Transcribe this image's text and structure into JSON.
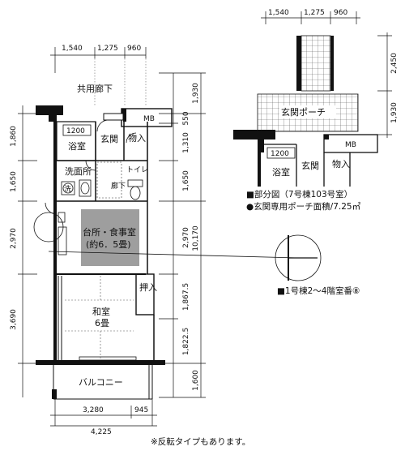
{
  "plan": {
    "corridor_label": "共用廊下",
    "top_dims": [
      "1,540",
      "1,275",
      "960"
    ],
    "bottom_dims": {
      "left": "3,280",
      "right": "945",
      "total": "4,225"
    },
    "left_dims": [
      "1,860",
      "1,650",
      "2,970",
      "3,690"
    ],
    "right_dims": [
      "1,930",
      "1,310",
      "550",
      "1,650",
      "2,970",
      "1,867.5",
      "1,822.5",
      "1,600"
    ],
    "total_depth": "10,170",
    "rooms": {
      "mb": "MB",
      "bath": "浴室",
      "bath_size": "1200",
      "entrance": "玄関",
      "storage": "物入",
      "washroom": "洗面所",
      "toilet": "トイレ",
      "hall": "廊下",
      "washer": "洗",
      "dk": "台所・食事室",
      "dk_size": "(約6．5畳)",
      "oshiire": "押入",
      "washitsu": "和室",
      "washitsu_size": "6畳",
      "balcony": "バルコニー"
    }
  },
  "detail": {
    "top_dims": [
      "1,540",
      "1,275",
      "960"
    ],
    "right_dims": [
      "2,450",
      "1,930"
    ],
    "porch": "玄関ポーチ",
    "mb": "MB",
    "bath_size": "1200",
    "bath": "浴室",
    "entrance": "玄関",
    "storage": "物入"
  },
  "notes": {
    "partial": "■部分図（7号棟103号室）",
    "porch_area": "●玄関専用ポーチ面積/7.25㎡",
    "building": "■1号棟2～4階室番⑧",
    "reverse": "※反転タイプもあります。"
  }
}
